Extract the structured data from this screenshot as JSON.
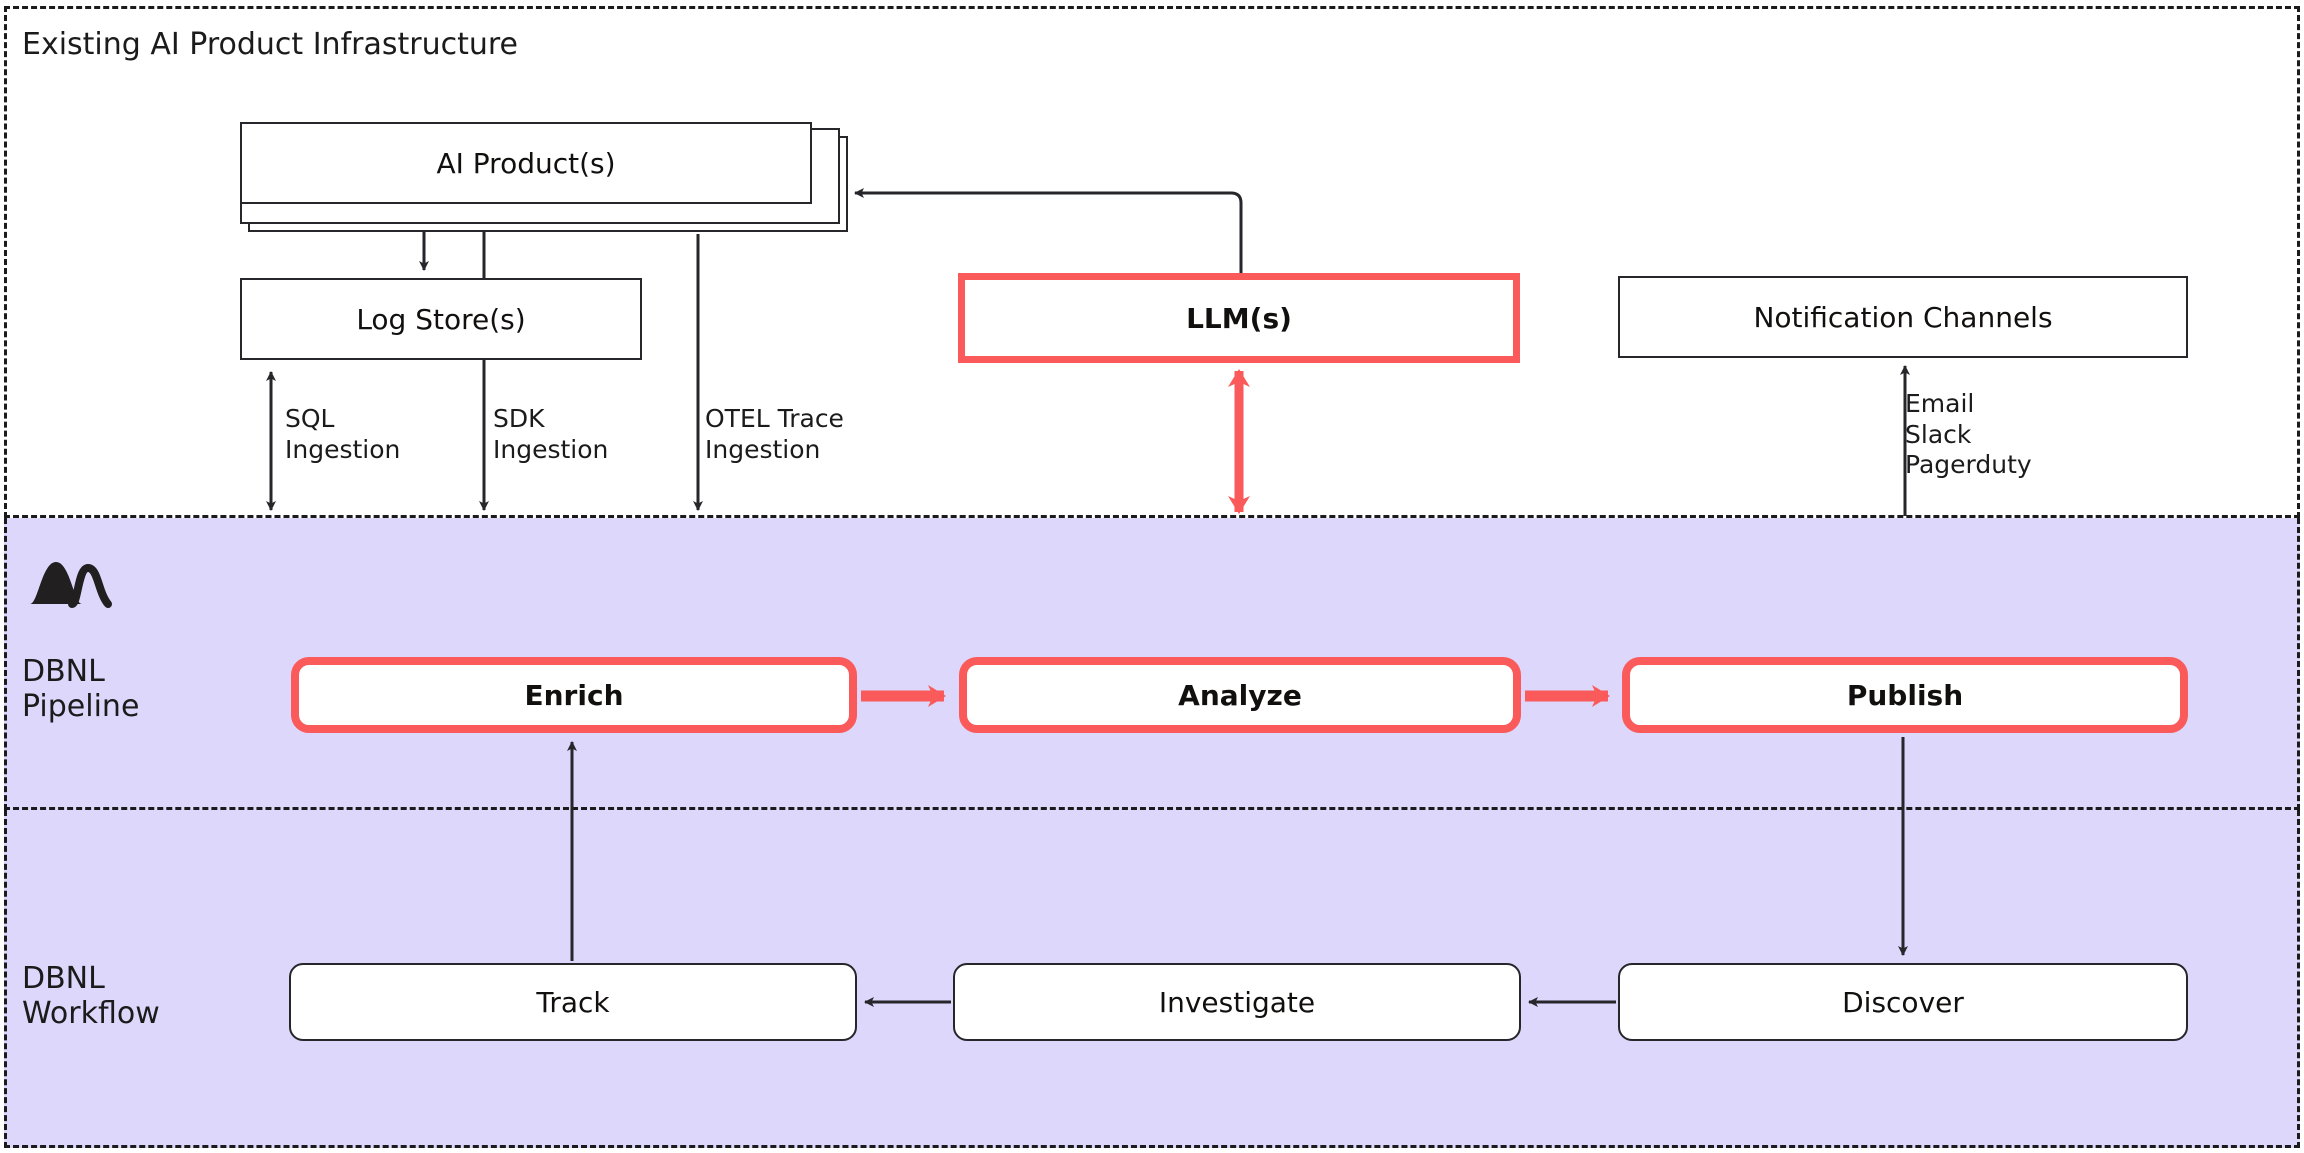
{
  "diagram": {
    "title": "Existing AI Product Infrastructure",
    "colors": {
      "accent_red": "#fa5a5a",
      "lane_lavender": "#dcd7fb",
      "stroke_dark": "#26262b",
      "background": "#ffffff"
    }
  },
  "lanes": {
    "infrastructure": {
      "label": "Existing AI Product Infrastructure"
    },
    "pipeline": {
      "label": "DBNL\nPipeline",
      "logo_name": "dbnl-mountain-logo"
    },
    "workflow": {
      "label": "DBNL\nWorkflow"
    }
  },
  "nodes": {
    "infrastructure": [
      {
        "id": "ai-product",
        "label": "AI Product(s)",
        "style": "stacked-rect",
        "bold": false
      },
      {
        "id": "log-store",
        "label": "Log Store(s)",
        "style": "rect",
        "bold": false
      },
      {
        "id": "llm",
        "label": "LLM(s)",
        "style": "red-rect",
        "bold": true
      },
      {
        "id": "notification-channels",
        "label": "Notification Channels",
        "style": "rect",
        "bold": false
      }
    ],
    "pipeline": [
      {
        "id": "enrich",
        "label": "Enrich",
        "style": "red-rounded",
        "bold": true
      },
      {
        "id": "analyze",
        "label": "Analyze",
        "style": "red-rounded",
        "bold": true
      },
      {
        "id": "publish",
        "label": "Publish",
        "style": "red-rounded",
        "bold": true
      }
    ],
    "workflow": [
      {
        "id": "track",
        "label": "Track",
        "style": "rounded",
        "bold": false
      },
      {
        "id": "investigate",
        "label": "Investigate",
        "style": "rounded",
        "bold": false
      },
      {
        "id": "discover",
        "label": "Discover",
        "style": "rounded",
        "bold": false
      }
    ]
  },
  "edge_labels": {
    "sql_ingestion": "SQL\nIngestion",
    "sdk_ingestion": "SDK\nIngestion",
    "otel_ingestion": "OTEL Trace\nIngestion",
    "notification_methods": "Email\nSlack\nPagerduty"
  },
  "edges": [
    {
      "from": "ai-product",
      "to": "log-store",
      "kind": "arrow-down",
      "color": "dark"
    },
    {
      "from": "log-store",
      "to": "pipeline-boundary",
      "kind": "double-arrow",
      "color": "dark",
      "label": "SQL\nIngestion"
    },
    {
      "from": "ai-product",
      "to": "pipeline-boundary",
      "kind": "arrow-down",
      "color": "dark",
      "label": "SDK\nIngestion"
    },
    {
      "from": "ai-product",
      "to": "pipeline-boundary",
      "kind": "arrow-down",
      "color": "dark",
      "label": "OTEL Trace\nIngestion"
    },
    {
      "from": "llm",
      "to": "ai-product",
      "kind": "elbow-arrow-left",
      "color": "dark"
    },
    {
      "from": "llm",
      "to": "pipeline-boundary",
      "kind": "double-arrow",
      "color": "red"
    },
    {
      "from": "pipeline-boundary",
      "to": "notification-channels",
      "kind": "arrow-up",
      "color": "dark",
      "label": "Email\nSlack\nPagerduty"
    },
    {
      "from": "enrich",
      "to": "analyze",
      "kind": "arrow-right",
      "color": "red"
    },
    {
      "from": "analyze",
      "to": "publish",
      "kind": "arrow-right",
      "color": "red"
    },
    {
      "from": "publish",
      "to": "discover",
      "kind": "arrow-down",
      "color": "dark"
    },
    {
      "from": "discover",
      "to": "investigate",
      "kind": "arrow-left",
      "color": "dark"
    },
    {
      "from": "investigate",
      "to": "track",
      "kind": "arrow-left",
      "color": "dark"
    },
    {
      "from": "track",
      "to": "enrich",
      "kind": "arrow-up",
      "color": "dark"
    }
  ]
}
